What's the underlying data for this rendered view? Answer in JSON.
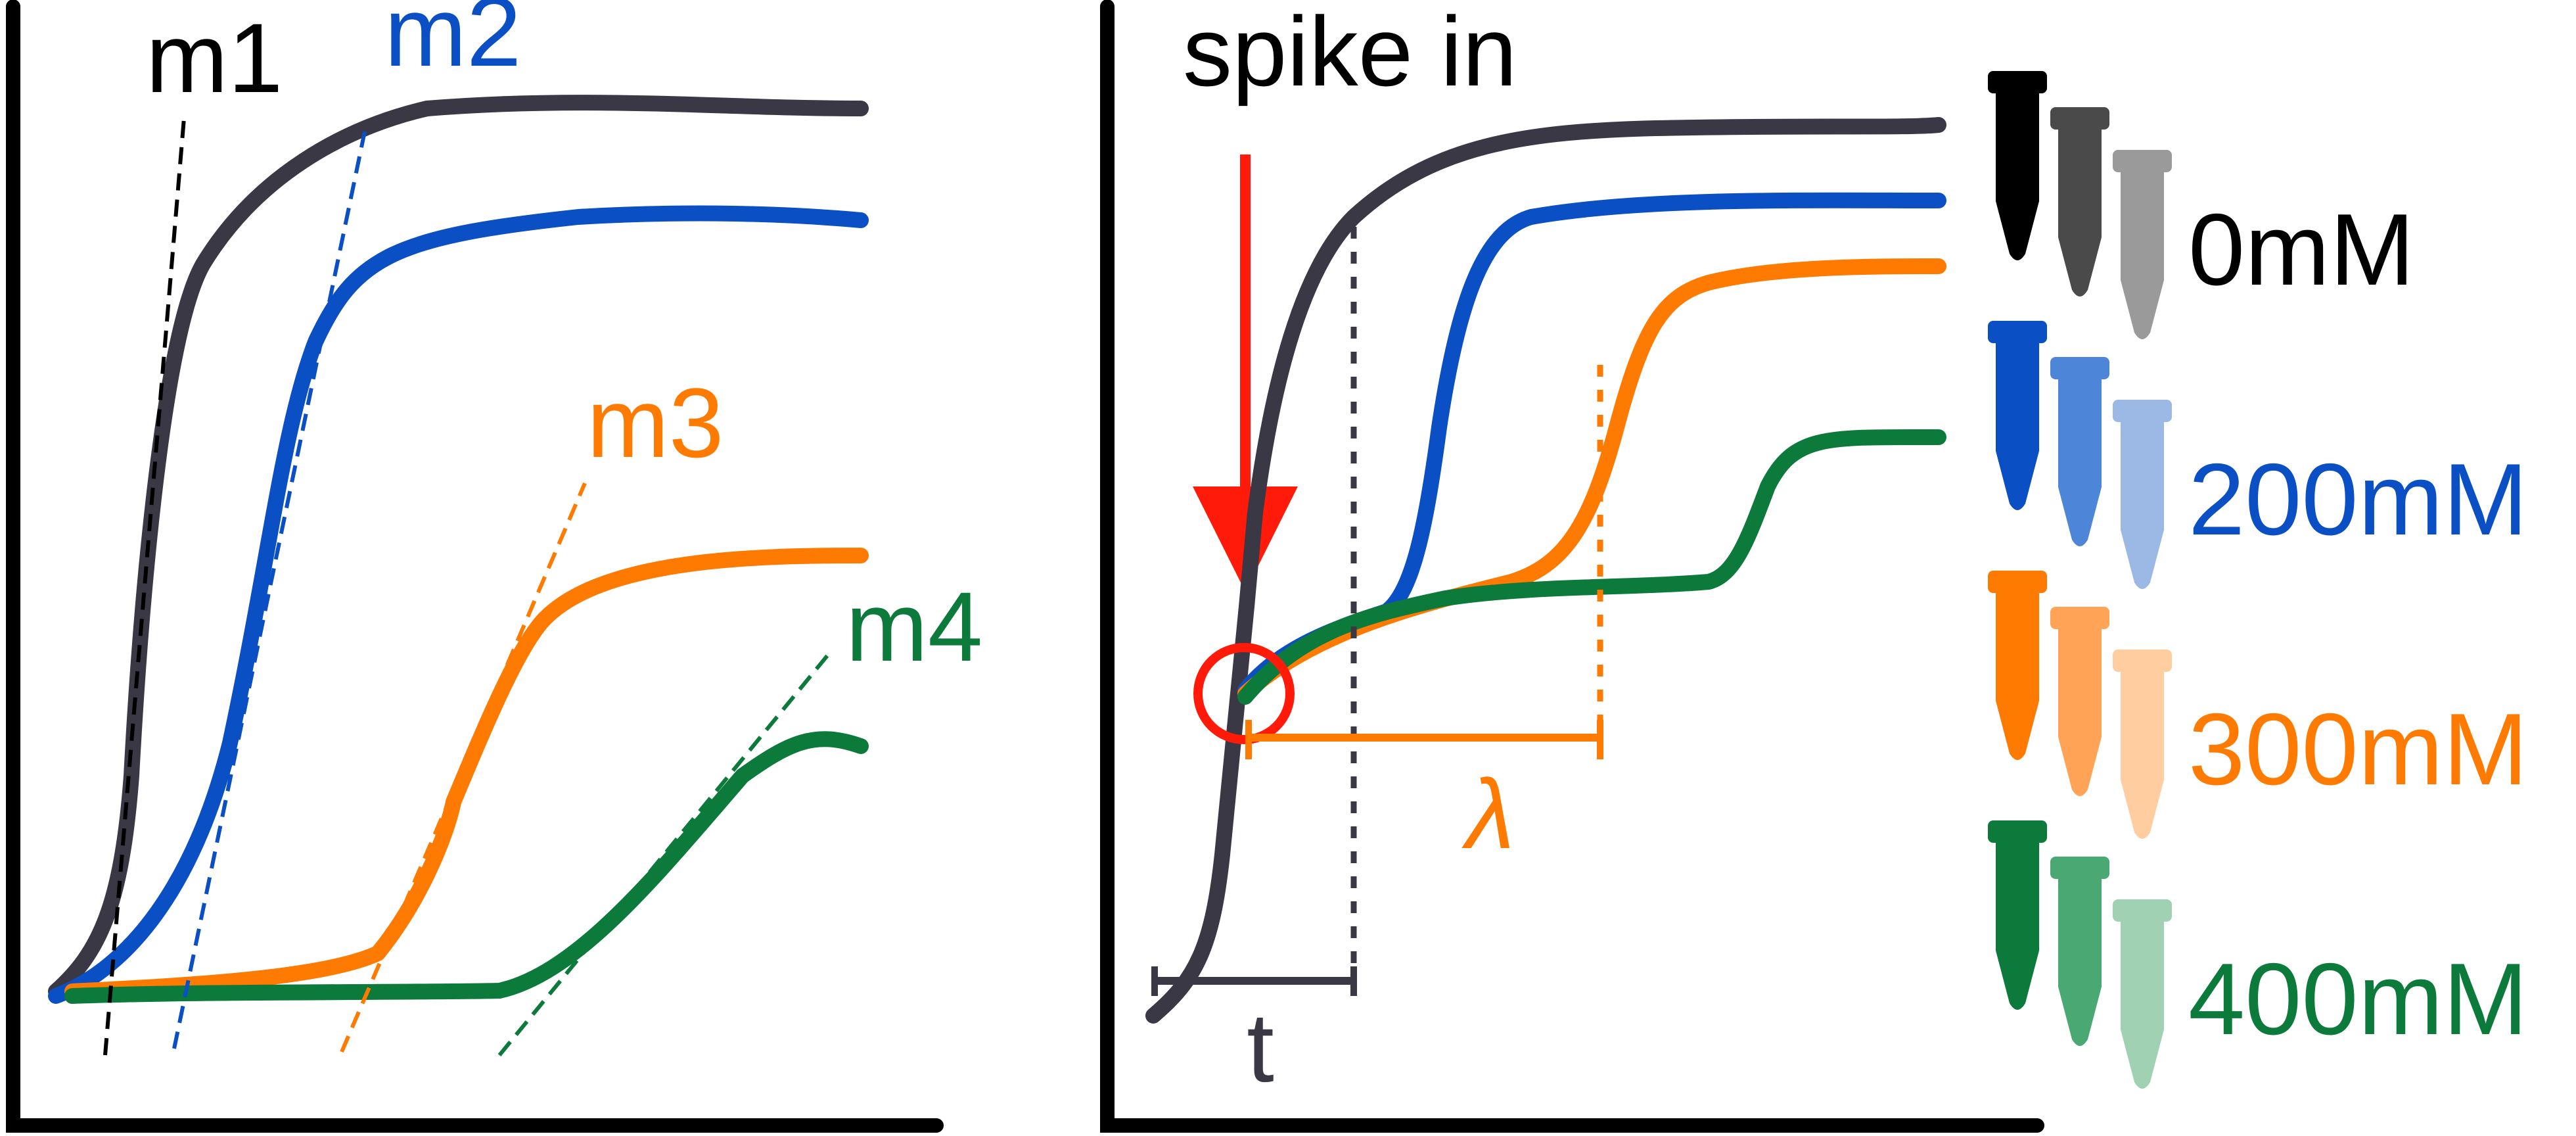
{
  "left_panel": {
    "slopes": [
      {
        "label": "m1",
        "color": "#000000"
      },
      {
        "label": "m2",
        "color": "#0b4fc4"
      },
      {
        "label": "m3",
        "color": "#ff7a00"
      },
      {
        "label": "m4",
        "color": "#0b7a3a"
      }
    ]
  },
  "right_panel": {
    "spike_label": "spike in",
    "lag_symbol": "λ",
    "time_symbol": "t"
  },
  "legend": [
    {
      "label": "0mM",
      "label_color": "#000000",
      "tube_colors": [
        "#000000",
        "#4a4a4a",
        "#9a9a9a"
      ]
    },
    {
      "label": "200mM",
      "label_color": "#0b4fc4",
      "tube_colors": [
        "#0b4fc4",
        "#4d86d8",
        "#9cb9e6"
      ]
    },
    {
      "label": "300mM",
      "label_color": "#ff7a00",
      "tube_colors": [
        "#ff7a00",
        "#ffa356",
        "#ffcda0"
      ]
    },
    {
      "label": "400mM",
      "label_color": "#0b7a3a",
      "tube_colors": [
        "#0b7a3a",
        "#4aa872",
        "#9fd1b2"
      ]
    }
  ],
  "colors": {
    "curve_0mM": "#3a3844",
    "curve_200mM": "#0b4fc4",
    "curve_300mM": "#ff7a00",
    "curve_400mM": "#0b7a3a",
    "spike_arrow": "#ff1a0a",
    "axes": "#000000"
  }
}
